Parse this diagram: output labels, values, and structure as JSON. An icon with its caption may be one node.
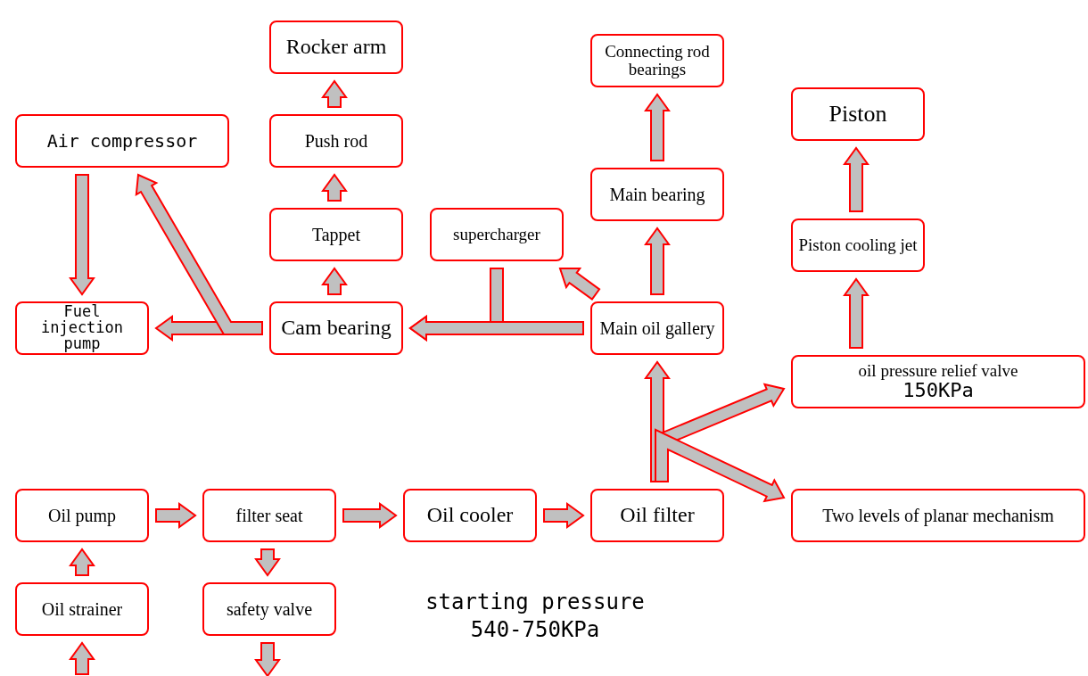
{
  "diagram": {
    "nodes": [
      {
        "text": [
          "Rocker arm"
        ]
      },
      {
        "text": [
          "Connecting rod bearings"
        ]
      },
      {
        "text": [
          "Air compressor"
        ]
      },
      {
        "text": [
          "Push rod"
        ]
      },
      {
        "text": [
          "Piston"
        ]
      },
      {
        "text": [
          "Main bearing"
        ]
      },
      {
        "text": [
          "Tappet"
        ]
      },
      {
        "text": [
          "supercharger"
        ]
      },
      {
        "text": [
          "Piston cooling jet"
        ]
      },
      {
        "text": [
          "Fuel injection pump"
        ]
      },
      {
        "text": [
          "Cam bearing"
        ]
      },
      {
        "text": [
          "Main oil gallery"
        ]
      },
      {
        "text": [
          "oil pressure relief valve",
          "150KPa"
        ]
      },
      {
        "text": [
          "Oil pump"
        ]
      },
      {
        "text": [
          "filter seat"
        ]
      },
      {
        "text": [
          "Oil cooler"
        ]
      },
      {
        "text": [
          "Oil filter"
        ]
      },
      {
        "text": [
          "Two levels of planar mechanism"
        ]
      },
      {
        "text": [
          "Oil strainer"
        ]
      },
      {
        "text": [
          "safety valve"
        ]
      }
    ],
    "edges": [
      {
        "from": null,
        "to": 18,
        "arrow": "to"
      },
      {
        "from": 18,
        "to": 13,
        "arrow": "to"
      },
      {
        "from": 13,
        "to": 14,
        "arrow": "to"
      },
      {
        "from": 14,
        "to": 15,
        "arrow": "to"
      },
      {
        "from": 15,
        "to": 16,
        "arrow": "to"
      },
      {
        "from": 14,
        "to": 19,
        "arrow": "to"
      },
      {
        "from": 19,
        "to": null,
        "arrow": "to"
      },
      {
        "from": 16,
        "to": 11,
        "arrow": "to"
      },
      {
        "from": 16,
        "to": 12,
        "arrow": "to"
      },
      {
        "from": 16,
        "to": 17,
        "arrow": "to"
      },
      {
        "from": 11,
        "to": 5,
        "arrow": "to"
      },
      {
        "from": 5,
        "to": 1,
        "arrow": "to"
      },
      {
        "from": 11,
        "to": 7,
        "arrow": "to"
      },
      {
        "from": 7,
        "to": 10,
        "arrow": "to"
      },
      {
        "from": 11,
        "to": 10,
        "arrow": "to"
      },
      {
        "from": 10,
        "to": 6,
        "arrow": "to"
      },
      {
        "from": 6,
        "to": 3,
        "arrow": "to"
      },
      {
        "from": 3,
        "to": 0,
        "arrow": "to"
      },
      {
        "from": 10,
        "to": 9,
        "arrow": "to"
      },
      {
        "from": 10,
        "to": 2,
        "arrow": "to"
      },
      {
        "from": 2,
        "to": 9,
        "arrow": "to"
      },
      {
        "from": 12,
        "to": 8,
        "arrow": "to"
      },
      {
        "from": 8,
        "to": 4,
        "arrow": "to"
      }
    ],
    "labels": [
      "starting pressure 540-750KPa"
    ]
  }
}
